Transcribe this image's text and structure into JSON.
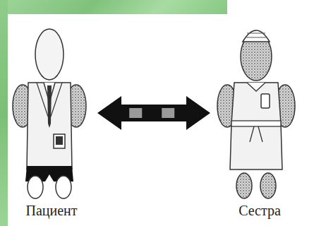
{
  "diagram": {
    "nodes": [
      {
        "text": [
          "Пациент"
        ]
      },
      {
        "text": [
          "Сестра"
        ]
      }
    ],
    "edges": [
      {
        "from": 0,
        "to": 1,
        "arrow": "both"
      }
    ]
  }
}
